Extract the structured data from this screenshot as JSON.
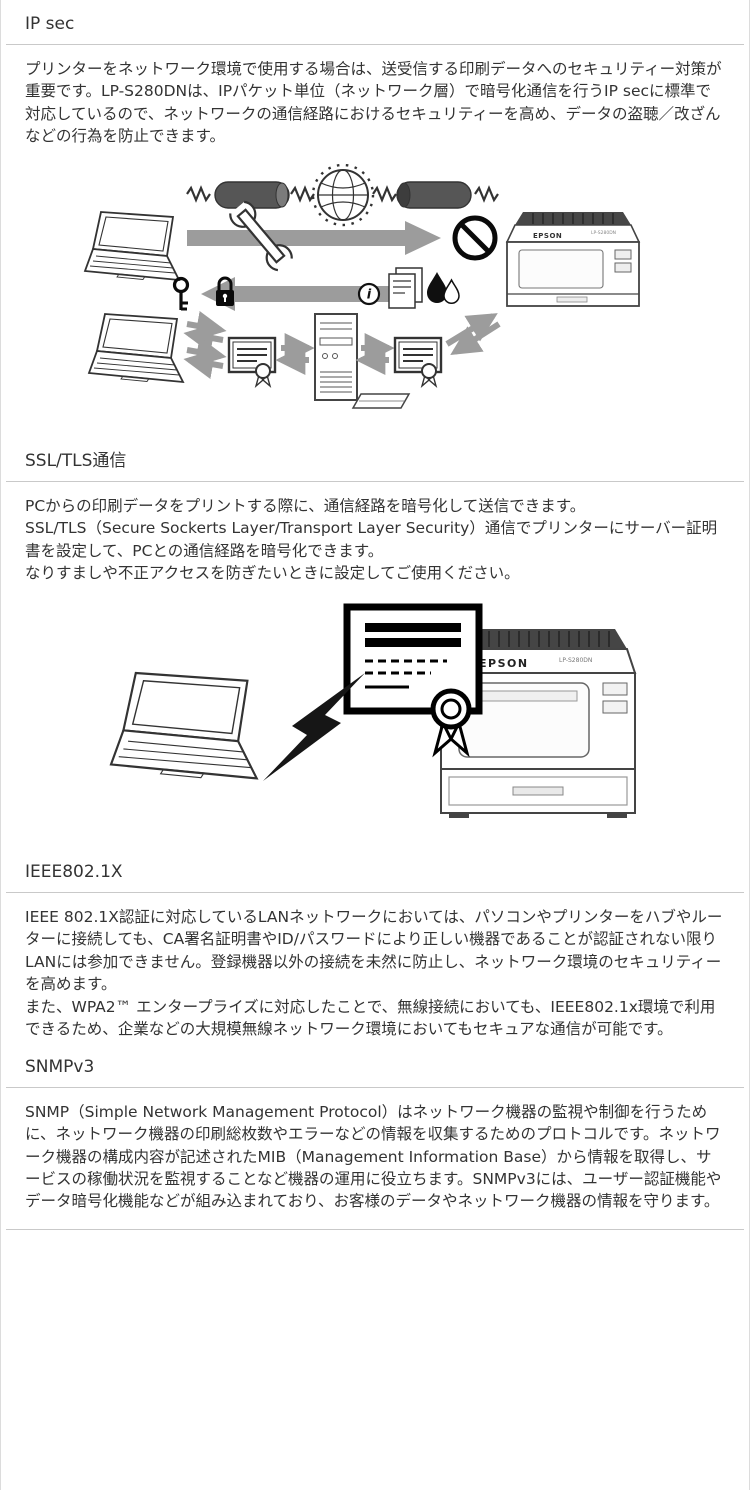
{
  "sections": [
    {
      "heading": "IP sec",
      "paragraphs": [
        "プリンターをネットワーク環境で使用する場合は、送受信する印刷データへのセキュリティー対策が重要です。LP-S280DNは、IPパケット単位（ネットワーク層）で暗号化通信を行うIP secに標準で対応しているので、ネットワークの通信経路におけるセキュリティーを高め、データの盗聴／改ざんなどの行為を防止できます。"
      ]
    },
    {
      "heading": "SSL/TLS通信",
      "paragraphs": [
        "PCからの印刷データをプリントする際に、通信経路を暗号化して送信できます。",
        "SSL/TLS（Secure Sockerts Layer/Transport Layer Security）通信でプリンターにサーバー証明書を設定して、PCとの通信経路を暗号化できます。",
        "なりすましや不正アクセスを防ぎたいときに設定してご使用ください。"
      ]
    },
    {
      "heading": "IEEE802.1X",
      "paragraphs": [
        "IEEE 802.1X認証に対応しているLANネットワークにおいては、パソコンやプリンターをハブやルーターに接続しても、CA署名証明書やID/パスワードにより正しい機器であることが認証されない限りLANには参加できません。登録機器以外の接続を未然に防止し、ネットワーク環境のセキュリティーを高めます。",
        "また、WPA2™ エンタープライズに対応したことで、無線接続においても、IEEE802.1x環境で利用できるため、企業などの大規模無線ネットワーク環境においてもセキュアな通信が可能です。"
      ]
    },
    {
      "heading": "SNMPv3",
      "paragraphs": [
        "SNMP（Simple Network Management Protocol）はネットワーク機器の監視や制御を行うために、ネットワーク機器の印刷総枚数やエラーなどの情報を収集するためのプロトコルです。ネットワーク機器の構成内容が記述されたMIB（Management Information Base）から情報を取得し、サービスの稼働状況を監視することなど機器の運用に役立ちます。SNMPv3には、ユーザー認証機能やデータ暗号化機能などが組み込まれており、お客様のデータやネットワーク機器の情報を守ります。"
      ]
    }
  ],
  "illustrations": {
    "printer_brand": "EPSON",
    "printer_model": "LP-S280DN",
    "info_symbol": "i"
  },
  "colors": {
    "text": "#333333",
    "rule": "#c9c9c9",
    "arrow": "#9c9c9c",
    "dark_fill": "#474747"
  }
}
